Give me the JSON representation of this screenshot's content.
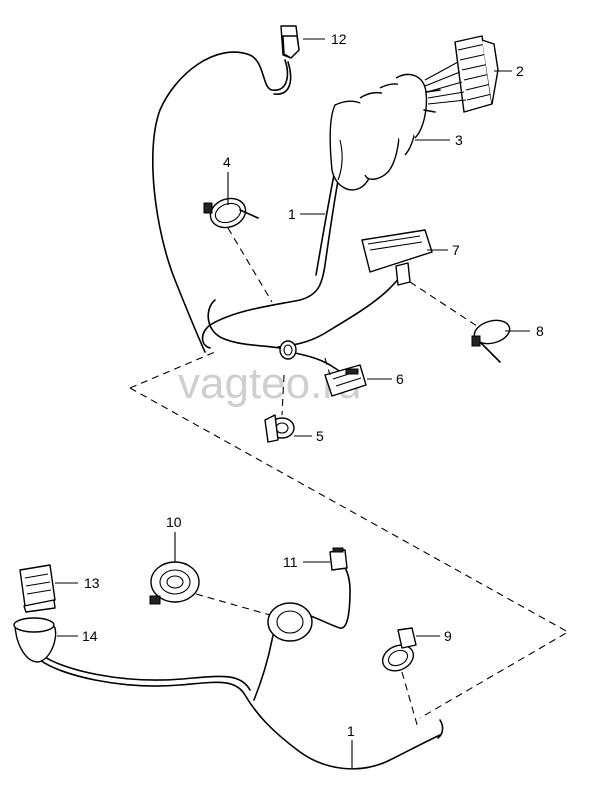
{
  "watermark": "vagteo.ru",
  "callouts": {
    "c1_top": "1",
    "c2": "2",
    "c3": "3",
    "c4": "4",
    "c5": "5",
    "c6": "6",
    "c7": "7",
    "c8": "8",
    "c9": "9",
    "c10": "10",
    "c11": "11",
    "c12": "12",
    "c13": "13",
    "c14": "14",
    "c1_bottom": "1"
  }
}
